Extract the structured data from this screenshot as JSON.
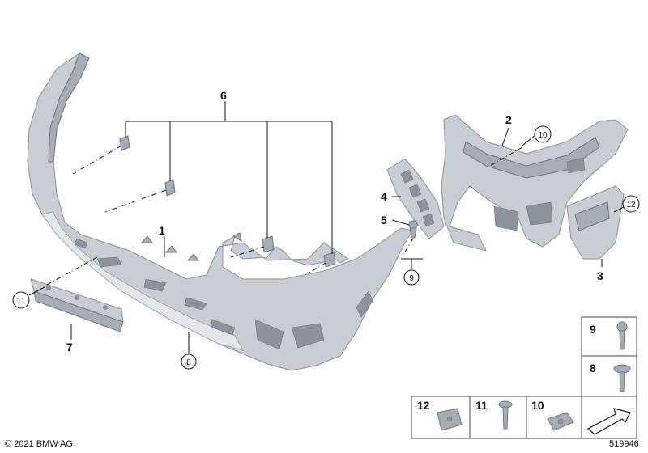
{
  "labels": {
    "p1": "1",
    "p2": "2",
    "p3": "3",
    "p4": "4",
    "p5": "5",
    "p6": "6",
    "p7": "7",
    "p8": "8",
    "p9": "9",
    "p10": "10",
    "p11": "11",
    "p12": "12"
  },
  "legend": {
    "items": [
      {
        "num": "9"
      },
      {
        "num": "8"
      },
      {
        "num": "12"
      },
      {
        "num": "11"
      },
      {
        "num": "10"
      }
    ]
  },
  "footer": {
    "copyright": "© 2021 BMW AG",
    "diagram_number": "519946"
  }
}
